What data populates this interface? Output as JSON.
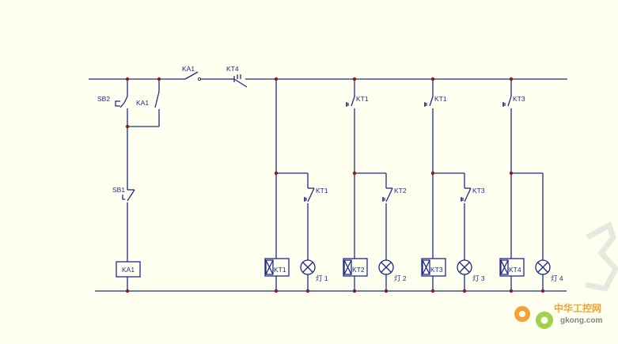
{
  "labels": {
    "ka1_series": "KA1",
    "kt4_series": "KT4",
    "sb2": "SB2",
    "ka1_hold": "KA1",
    "sb1": "SB1",
    "ka1_coil": "KA1",
    "kt1_top_a": "KT1",
    "kt1_top_b": "KT1",
    "kt3_top": "KT3",
    "kt1_mid": "KT1",
    "kt2_mid": "KT2",
    "kt3_mid": "KT3",
    "kt1_coil": "KT1",
    "kt2_coil": "KT2",
    "kt3_coil": "KT3",
    "kt4_coil": "KT4",
    "lamp1": "灯 1",
    "lamp2": "灯 2",
    "lamp3": "灯 3",
    "lamp4": "灯 4"
  },
  "watermark": {
    "brand": "中华工控网",
    "url": "gkong.com",
    "color": "#f29a1f"
  },
  "colors": {
    "wire": "#1f2a8a",
    "junction": "#8b1a1a",
    "background": "#fffff0"
  }
}
